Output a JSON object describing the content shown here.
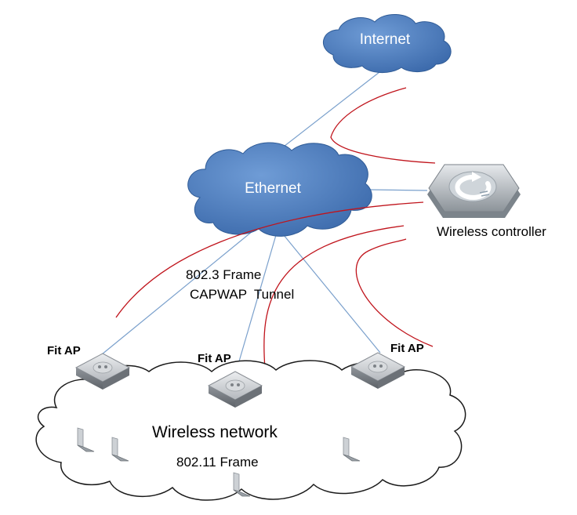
{
  "labels": {
    "internet": "Internet",
    "ethernet": "Ethernet",
    "wireless_controller": "Wireless controller",
    "frame_8023": "802.3 Frame",
    "capwap_tunnel": "CAPWAP  Tunnel",
    "fit_ap_left": "Fit AP",
    "fit_ap_center": "Fit AP",
    "fit_ap_right": "Fit AP",
    "wireless_network": "Wireless network",
    "frame_80211": "802.11 Frame"
  },
  "colors": {
    "cloud_blue": "#4f7fc1",
    "cloud_blue_stroke": "#2f5b96",
    "blue_link": "#7aa0cc",
    "red_tunnel": "#c0141c",
    "device_gray": "#b9bcc0",
    "controller_gray": "#aeb4ba"
  }
}
